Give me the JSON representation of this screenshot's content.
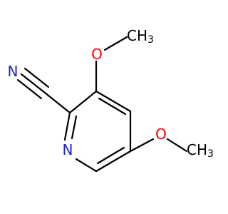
{
  "molecule": {
    "atoms": {
      "n_ring": {
        "symbol": "N",
        "color": "#2020d0"
      },
      "n_nitrile": {
        "symbol": "N",
        "color": "#2020d0"
      },
      "o_top": {
        "symbol": "O",
        "color": "#ff0000"
      },
      "o_bottom": {
        "symbol": "O",
        "color": "#ff0000"
      },
      "methyl_top": {
        "symbol": "CH",
        "sub": "3",
        "color": "#000000"
      },
      "methyl_bottom": {
        "symbol": "CH",
        "sub": "3",
        "color": "#000000"
      }
    },
    "colors": {
      "carbon_bond": "#000000",
      "nitrogen": "#2020d0",
      "oxygen": "#ff0000"
    }
  }
}
